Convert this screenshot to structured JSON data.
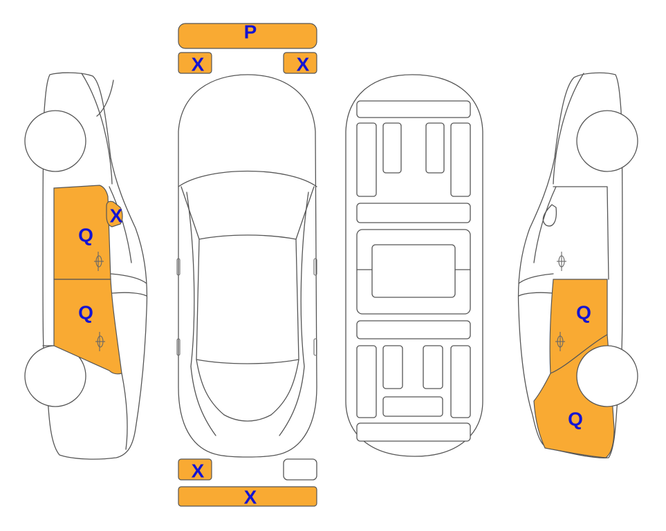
{
  "colors": {
    "damaged_fill": "#F9AA33",
    "marker_text": "#1414D2",
    "outline": "#555555",
    "background": "#FFFFFF"
  },
  "markers": {
    "rear_bumper": "P",
    "rear_left_lamp": "X",
    "rear_right_lamp": "X",
    "front_left_lamp": "X",
    "front_bumper": "X",
    "left_front_door": "Q",
    "left_rear_door": "Q",
    "left_mirror": "X",
    "right_rear_door": "Q",
    "right_rear_quarter": "Q"
  }
}
